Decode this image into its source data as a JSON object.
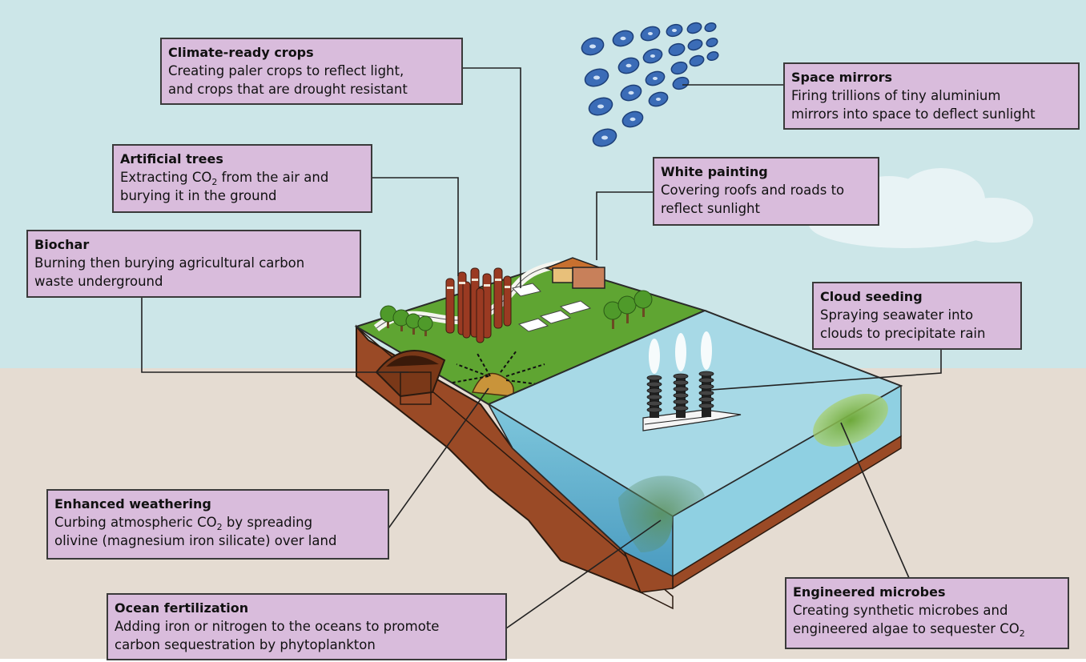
{
  "labels": {
    "climate_crops": {
      "title": "Climate-ready crops",
      "line1": "Creating paler crops to reflect light,",
      "line2": "and crops that are drought resistant"
    },
    "space_mirrors": {
      "title": "Space mirrors",
      "line1": "Firing trillions of tiny aluminium",
      "line2": "mirrors into space to deflect sunlight"
    },
    "artificial_trees": {
      "title": "Artificial trees",
      "line1_pre": "Extracting CO",
      "line1_sub": "2",
      "line1_post": " from the air and",
      "line2": "burying it in the ground"
    },
    "white_painting": {
      "title": "White painting",
      "line1": "Covering roofs and roads to",
      "line2": "reflect sunlight"
    },
    "biochar": {
      "title": "Biochar",
      "line1": "Burning then burying agricultural carbon",
      "line2": "waste underground"
    },
    "cloud_seeding": {
      "title": "Cloud seeding",
      "line1": "Spraying seawater into",
      "line2": "clouds to precipitate rain"
    },
    "enhanced_weathering": {
      "title": "Enhanced weathering",
      "line1_pre": "Curbing atmospheric CO",
      "line1_sub": "2",
      "line1_post": " by spreading",
      "line2": "olivine (magnesium iron silicate) over land"
    },
    "ocean_fertilization": {
      "title": "Ocean fertilization",
      "line1": "Adding iron or nitrogen to the oceans to promote",
      "line2": "carbon sequestration by phytoplankton"
    },
    "engineered_microbes": {
      "title": "Engineered microbes",
      "line1": "Creating synthetic microbes and",
      "line2_pre": "engineered algae to sequester CO",
      "line2_sub": "2"
    }
  },
  "colors": {
    "sky": "#cce6e8",
    "ground": "#e5dcd2",
    "grass": "#5fa532",
    "water": "#a7d9e6",
    "soil": "#9a4a26",
    "label_fill": "#d9bcdc"
  }
}
